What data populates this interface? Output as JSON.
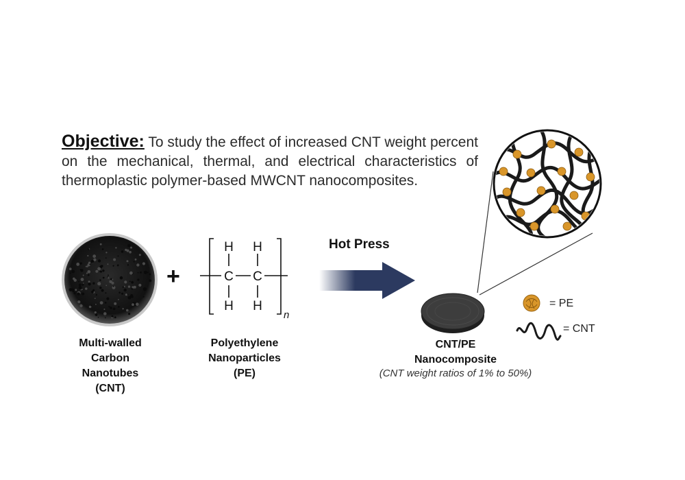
{
  "objective": {
    "heading": "Objective:",
    "text": "To study the effect of increased CNT weight percent on the mechanical, thermal, and electrical characteristics of thermoplastic polymer-based MWCNT nanocomposites."
  },
  "cnt": {
    "caption": [
      "Multi-walled",
      "Carbon",
      "Nanotubes",
      "(CNT)"
    ]
  },
  "plus": "+",
  "pe": {
    "caption": [
      "Polyethylene",
      "Nanoparticles",
      "(PE)"
    ],
    "structure": {
      "atom_h": "H",
      "atom_c": "C",
      "subscript": "n"
    }
  },
  "process": {
    "label": "Hot Press"
  },
  "product": {
    "caption": [
      "CNT/PE",
      "Nanocomposite"
    ],
    "note": "(CNT weight ratios of 1%  to 50%)"
  },
  "legend": {
    "pe": "= PE",
    "cnt": "= CNT"
  },
  "colors": {
    "arrow": "#2c3a60",
    "pe_particle": "#d9962a",
    "cnt_line": "#1a1a1a"
  }
}
